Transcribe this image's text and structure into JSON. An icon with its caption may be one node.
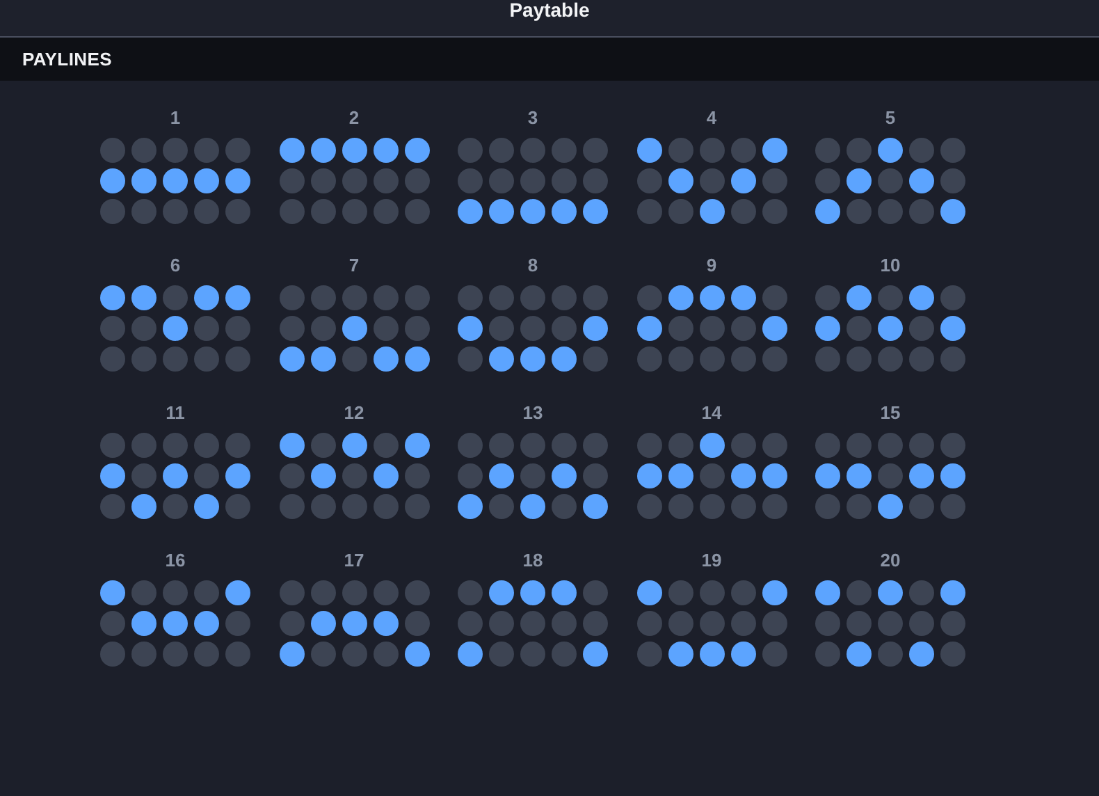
{
  "diagram": {
    "title": "Paytable",
    "labels": [
      "PAYLINES",
      "1",
      "2",
      "3",
      "4",
      "5",
      "6",
      "7",
      "8",
      "9",
      "10",
      "11",
      "12",
      "13",
      "14",
      "15",
      "16",
      "17",
      "18",
      "19",
      "20"
    ]
  }
}
